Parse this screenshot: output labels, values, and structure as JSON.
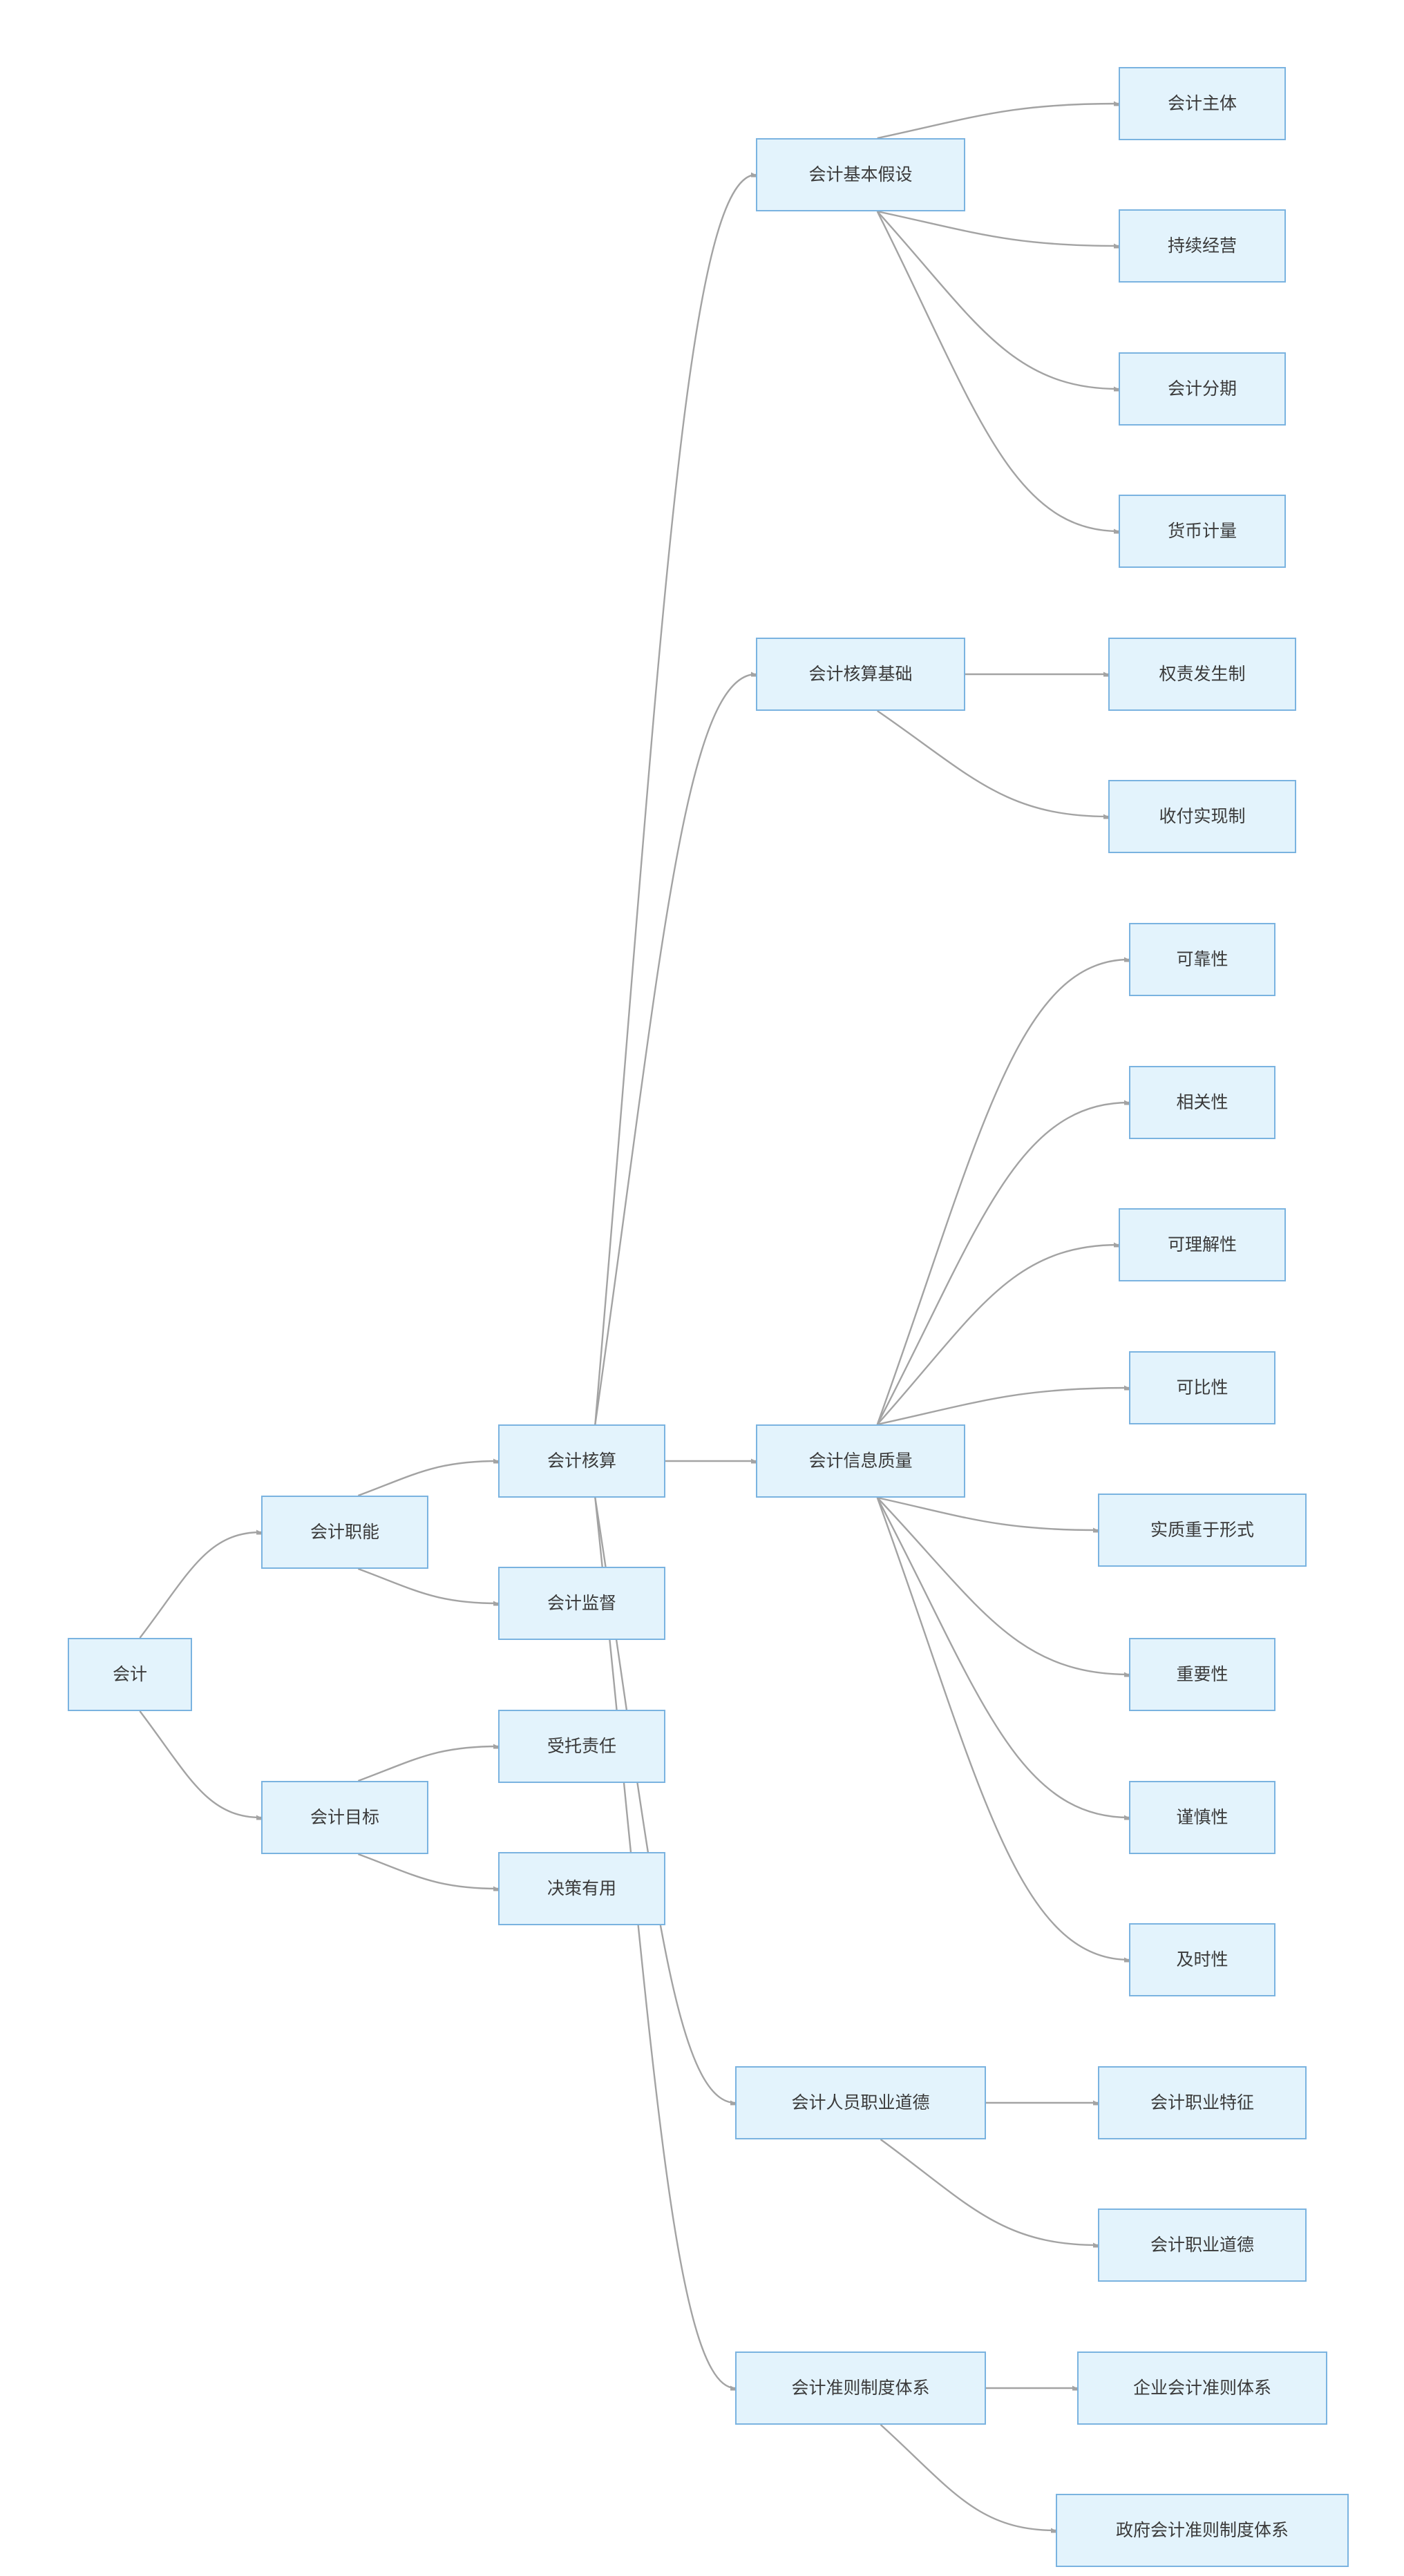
{
  "diagram": {
    "nodes": [
      {
        "id": "root",
        "label": "会计"
      },
      {
        "id": "zhineng",
        "label": "会计职能"
      },
      {
        "id": "mubiao",
        "label": "会计目标"
      },
      {
        "id": "hesuan",
        "label": "会计核算"
      },
      {
        "id": "jiandu",
        "label": "会计监督"
      },
      {
        "id": "shoutuo",
        "label": "受托责任"
      },
      {
        "id": "juece",
        "label": "决策有用"
      },
      {
        "id": "jiashe",
        "label": "会计基本假设"
      },
      {
        "id": "jichu",
        "label": "会计核算基础"
      },
      {
        "id": "zhiliang",
        "label": "会计信息质量"
      },
      {
        "id": "daode",
        "label": "会计人员职业道德"
      },
      {
        "id": "zhunze",
        "label": "会计准则制度体系"
      },
      {
        "id": "zhuti",
        "label": "会计主体"
      },
      {
        "id": "chixu",
        "label": "持续经营"
      },
      {
        "id": "fenqi",
        "label": "会计分期"
      },
      {
        "id": "huobi",
        "label": "货币计量"
      },
      {
        "id": "quanze",
        "label": "权责发生制"
      },
      {
        "id": "shoufu",
        "label": "收付实现制"
      },
      {
        "id": "kekao",
        "label": "可靠性"
      },
      {
        "id": "xiangguan",
        "label": "相关性"
      },
      {
        "id": "kelijie",
        "label": "可理解性"
      },
      {
        "id": "kebi",
        "label": "可比性"
      },
      {
        "id": "shizhi",
        "label": "实质重于形式"
      },
      {
        "id": "zhongyao",
        "label": "重要性"
      },
      {
        "id": "jinshen",
        "label": "谨慎性"
      },
      {
        "id": "jishi",
        "label": "及时性"
      },
      {
        "id": "tezheng",
        "label": "会计职业特征"
      },
      {
        "id": "zhiyedaode",
        "label": "会计职业道德"
      },
      {
        "id": "qiye",
        "label": "企业会计准则体系"
      },
      {
        "id": "zhengfu",
        "label": "政府会计准则制度体系"
      }
    ],
    "edges": [
      {
        "from": "root",
        "to": "zhineng"
      },
      {
        "from": "root",
        "to": "mubiao"
      },
      {
        "from": "zhineng",
        "to": "hesuan"
      },
      {
        "from": "zhineng",
        "to": "jiandu"
      },
      {
        "from": "mubiao",
        "to": "shoutuo"
      },
      {
        "from": "mubiao",
        "to": "juece"
      },
      {
        "from": "hesuan",
        "to": "jiashe"
      },
      {
        "from": "hesuan",
        "to": "jichu"
      },
      {
        "from": "hesuan",
        "to": "zhiliang"
      },
      {
        "from": "hesuan",
        "to": "daode"
      },
      {
        "from": "hesuan",
        "to": "zhunze"
      },
      {
        "from": "jiashe",
        "to": "zhuti"
      },
      {
        "from": "jiashe",
        "to": "chixu"
      },
      {
        "from": "jiashe",
        "to": "fenqi"
      },
      {
        "from": "jiashe",
        "to": "huobi"
      },
      {
        "from": "jichu",
        "to": "quanze"
      },
      {
        "from": "jichu",
        "to": "shoufu"
      },
      {
        "from": "zhiliang",
        "to": "kekao"
      },
      {
        "from": "zhiliang",
        "to": "xiangguan"
      },
      {
        "from": "zhiliang",
        "to": "kelijie"
      },
      {
        "from": "zhiliang",
        "to": "kebi"
      },
      {
        "from": "zhiliang",
        "to": "shizhi"
      },
      {
        "from": "zhiliang",
        "to": "zhongyao"
      },
      {
        "from": "zhiliang",
        "to": "jinshen"
      },
      {
        "from": "zhiliang",
        "to": "jishi"
      },
      {
        "from": "daode",
        "to": "tezheng"
      },
      {
        "from": "daode",
        "to": "zhiyedaode"
      },
      {
        "from": "zhunze",
        "to": "qiye"
      },
      {
        "from": "zhunze",
        "to": "zhengfu"
      }
    ]
  }
}
